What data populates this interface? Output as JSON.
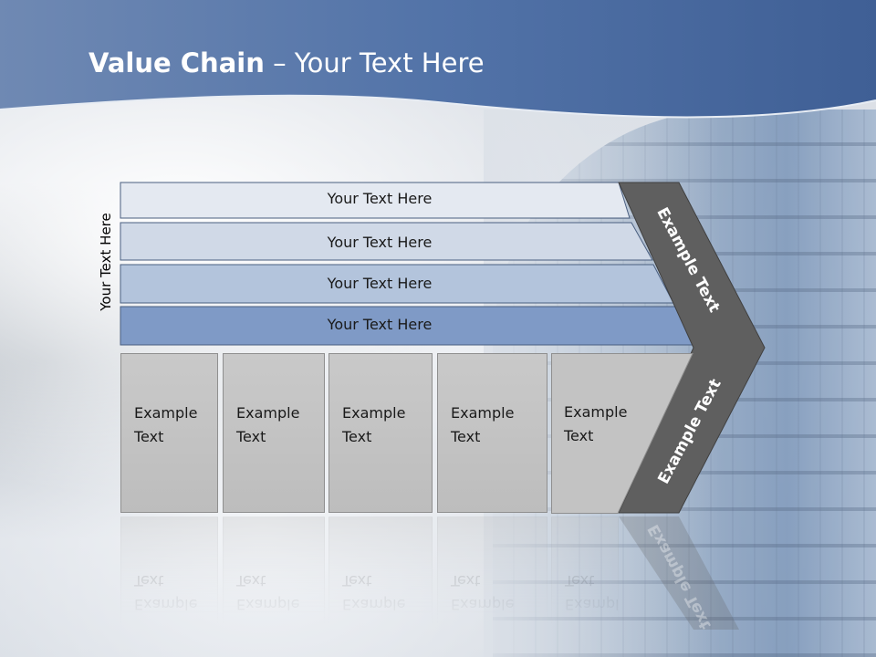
{
  "slide": {
    "title_bold": "Value Chain",
    "title_rest": " – Your Text Here",
    "vertical_label": "Your Text Here"
  },
  "bands": [
    {
      "label": "Your Text Here",
      "color": "#e4e9f1"
    },
    {
      "label": "Your Text Here",
      "color": "#d0d9e7"
    },
    {
      "label": "Your Text Here",
      "color": "#b3c4dc"
    },
    {
      "label": "Your Text Here",
      "color": "#7f9ac6"
    }
  ],
  "activities": [
    {
      "line1": "Example",
      "line2": "Text"
    },
    {
      "line1": "Example",
      "line2": "Text"
    },
    {
      "line1": "Example",
      "line2": "Text"
    },
    {
      "line1": "Example",
      "line2": "Text"
    },
    {
      "line1": "Example",
      "line2": "Text"
    }
  ],
  "chevron": {
    "top_label": "Example Text",
    "bottom_label": "Example Text",
    "color": "#5f5f5f"
  },
  "colors": {
    "header_blue": "#4d6ea3",
    "box_gray": "#c4c4c4"
  }
}
